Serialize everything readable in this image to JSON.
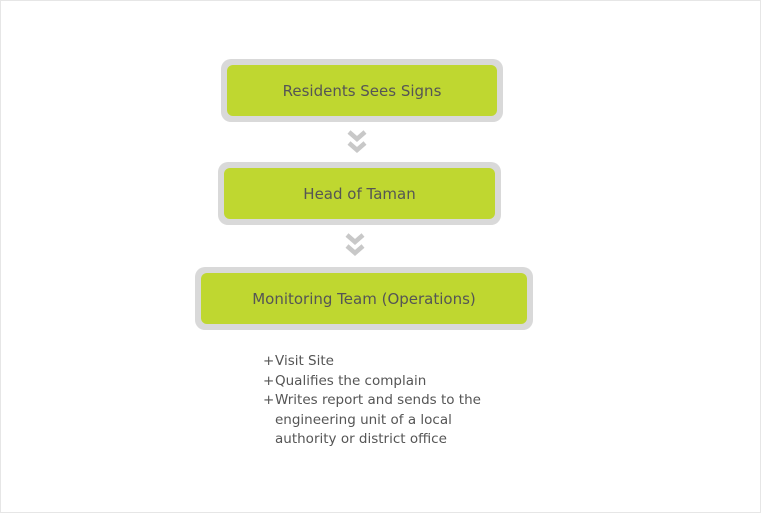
{
  "flow": {
    "steps": [
      {
        "label": "Residents Sees Signs"
      },
      {
        "label": "Head of Taman"
      },
      {
        "label": "Monitoring Team (Operations)"
      }
    ],
    "connector_icon": "double-chevron-down-icon"
  },
  "notes": {
    "bullet": "+",
    "items": [
      "Visit Site",
      "Qualifies the complain",
      "Writes report and sends to the engineering unit of a local authority or district office"
    ]
  },
  "colors": {
    "box_fill": "#bfd730",
    "box_border": "#d9d9d9",
    "text": "#555555",
    "arrow": "#c8c8c8"
  }
}
